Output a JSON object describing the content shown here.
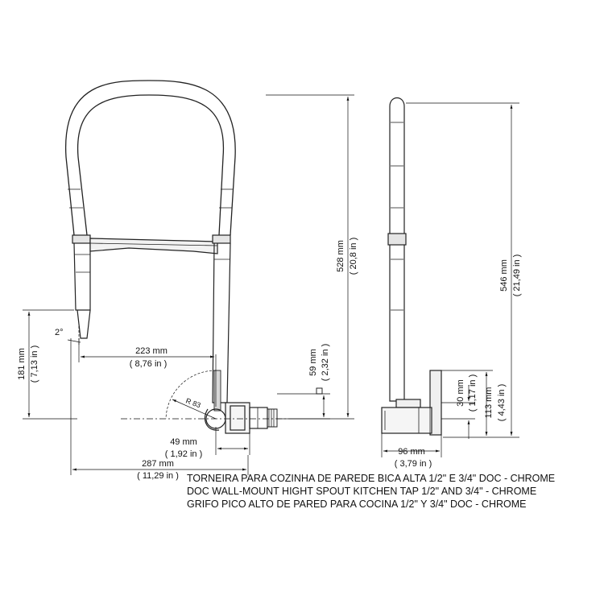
{
  "dimensions": {
    "left": {
      "reach_mm": "223 mm",
      "reach_in": "( 8,76 in )",
      "height_mm": "181 mm",
      "height_in": "( 7,13 in )",
      "angle": "2°",
      "radius": "R 83",
      "outlet_mm": "59 mm",
      "outlet_in": "( 2,32 in )",
      "body_mm": "49 mm",
      "body_in": "( 1,92 in )",
      "total_width_mm": "287 mm",
      "total_width_in": "( 11,29 in )",
      "total_height_mm": "528 mm",
      "total_height_in": "( 20,8 in )"
    },
    "right": {
      "total_height_mm": "546 mm",
      "total_height_in": "( 21,49 in )",
      "base_mm": "30 mm",
      "base_in": "( 1,17 in )",
      "mount_mm": "113 mm",
      "mount_in": "( 4,43 in )",
      "depth_mm": "96 mm",
      "depth_in": "( 3,79 in )"
    }
  },
  "captions": {
    "pt": "TORNEIRA PARA COZINHA DE PAREDE BICA ALTA 1/2\" E 3/4\" DOC - CHROME",
    "en": "DOC WALL-MOUNT HIGHT SPOUT KITCHEN TAP 1/2\" AND 3/4\" - CHROME",
    "es": "GRIFO PICO ALTO DE PARED PARA COCINA 1/2\" Y 3/4\" DOC - CHROME"
  }
}
